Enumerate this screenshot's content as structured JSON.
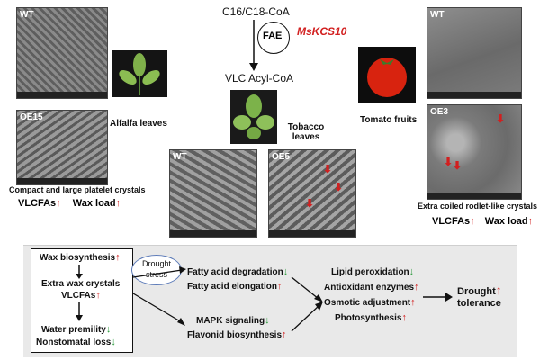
{
  "alfalfa": {
    "wt_label": "WT",
    "oe_label": "OE15",
    "leaves_label": "Alfalfa leaves",
    "crystal_caption": "Compact and large platelet crystals",
    "vlcfa_label": "VLCFAs",
    "wax_label": "Wax load"
  },
  "center": {
    "substrate": "C16/C18-CoA",
    "enzyme": "FAE",
    "gene": "MsKCS10",
    "product": "VLC Acyl-CoA",
    "tobacco_label": "Tobacco leaves",
    "wt_label": "WT",
    "oe_label": "OE5"
  },
  "tomato": {
    "wt_label": "WT",
    "oe_label": "OE3",
    "fruits_label": "Tomato fruits",
    "crystal_caption": "Extra coiled rodlet-like crystals",
    "vlcfa_label": "VLCFAs",
    "wax_label": "Wax load"
  },
  "mechanism": {
    "box": {
      "wax_biosynthesis": "Wax biosynthesis",
      "extra_wax": "Extra wax crystals",
      "vlcfas": "VLCFAs",
      "water_permeability": "Water premility",
      "nonstomatal_loss": "Nonstomatal loss"
    },
    "drought_stress": "Drought stress",
    "fatty_acid_degradation": "Fatty acid degradation",
    "fatty_acid_elongation": "Fatty acid elongation",
    "mapk_signaling": "MAPK signaling",
    "flavonoid_biosynthesis": "Flavonid biosynthesis",
    "lipid_peroxidation": "Lipid peroxidation",
    "antioxidant_enzymes": "Antioxidant enzymes",
    "osmotic_adjustment": "Osmotic adjustment",
    "photosynthesis": "Photosynthesis",
    "drought_tolerance_line1": "Drought",
    "drought_tolerance_line2": "tolerance"
  },
  "icons": {
    "up": "red-up-arrow",
    "down": "green-down-arrow"
  },
  "colors": {
    "up_arrow": "#d21f1f",
    "down_arrow": "#2b9a3c",
    "gene_text": "#d21f1f",
    "oval_border": "#5b7ab8"
  }
}
